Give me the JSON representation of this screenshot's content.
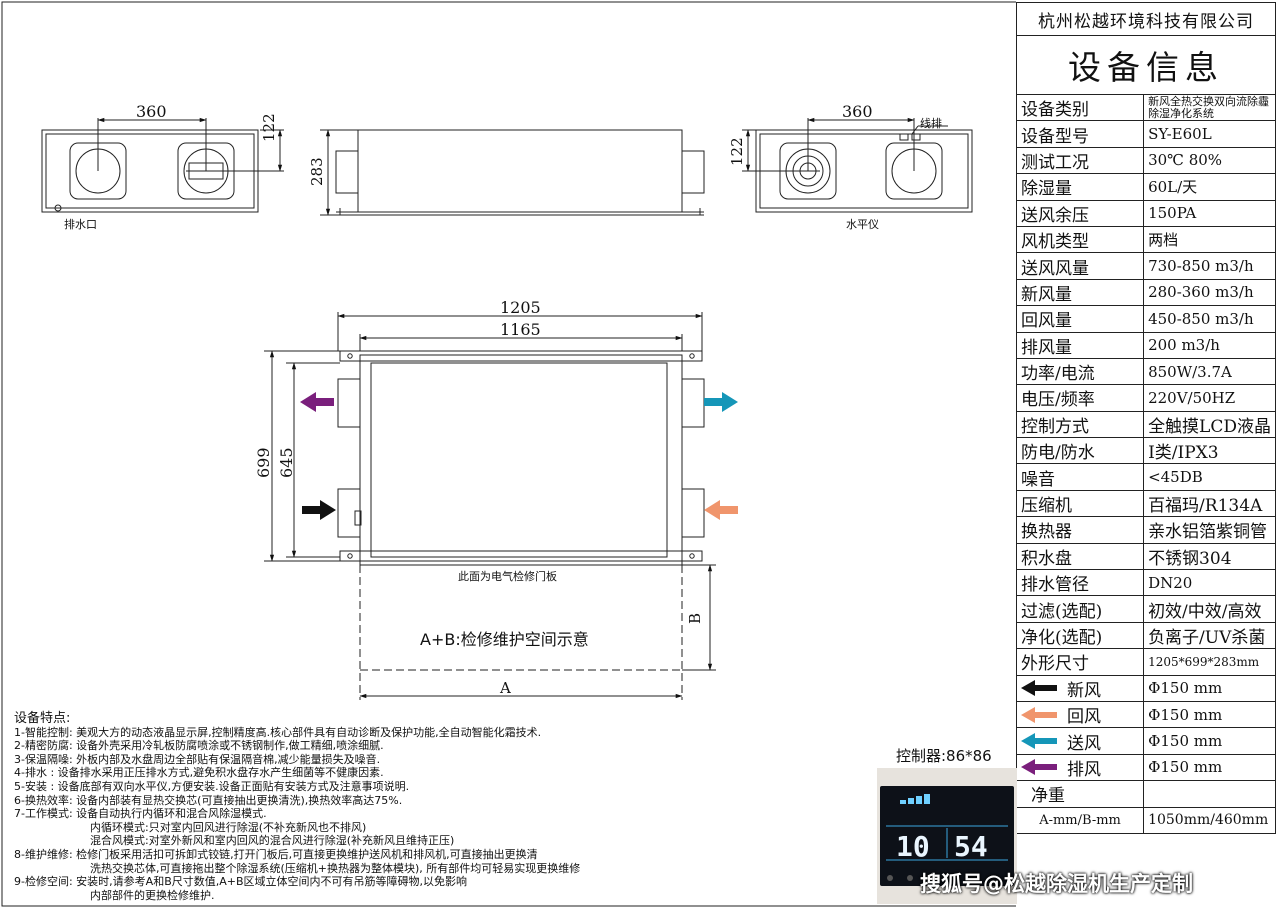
{
  "company": "杭州松越环境科技有限公司",
  "title": "设备信息",
  "specs": [
    {
      "key": "设备类别",
      "value": "新风全热交换双向流除霾除湿净化系统"
    },
    {
      "key": "设备型号",
      "value": "SY-E60L"
    },
    {
      "key": "测试工况",
      "value": "30℃ 80%"
    },
    {
      "key": "除湿量",
      "value": "60L/天"
    },
    {
      "key": "送风余压",
      "value": "150PA"
    },
    {
      "key": "风机类型",
      "value": "两档"
    },
    {
      "key": "送风风量",
      "value": "730-850 m3/h"
    },
    {
      "key": "新风量",
      "value": "280-360 m3/h"
    },
    {
      "key": "回风量",
      "value": "450-850 m3/h"
    },
    {
      "key": "排风量",
      "value": "200 m3/h"
    },
    {
      "key": "功率/电流",
      "value": "850W/3.7A"
    },
    {
      "key": "电压/频率",
      "value": "220V/50HZ"
    },
    {
      "key": "控制方式",
      "value": "全触摸LCD液晶"
    },
    {
      "key": "防电/防水",
      "value": "I类/IPX3"
    },
    {
      "key": "噪音",
      "value": "<45DB"
    },
    {
      "key": "压缩机",
      "value": "百福玛/R134A"
    },
    {
      "key": "换热器",
      "value": "亲水铝箔紫铜管"
    },
    {
      "key": "积水盘",
      "value": "不锈钢304"
    },
    {
      "key": "排水管径",
      "value": "DN20"
    },
    {
      "key": "过滤(选配)",
      "value": "初效/中效/高效"
    },
    {
      "key": "净化(选配)",
      "value": "负离子/UV杀菌"
    },
    {
      "key": "外形尺寸",
      "value": "1205*699*283mm"
    }
  ],
  "airflows": [
    {
      "key": "新风",
      "value": "Φ150 mm",
      "color": "#111111"
    },
    {
      "key": "回风",
      "value": "Φ150 mm",
      "color": "#f0956c"
    },
    {
      "key": "送风",
      "value": "Φ150 mm",
      "color": "#1596b8"
    },
    {
      "key": "排风",
      "value": "Φ150 mm",
      "color": "#7a1f7c"
    }
  ],
  "net_weight": {
    "key": "净重",
    "value": ""
  },
  "ab": {
    "key": "A-mm/B-mm",
    "value": "1050mm/460mm"
  },
  "drawing": {
    "dim_360_left": "360",
    "dim_122_left": "122",
    "label_drain": "排水口",
    "dim_283": "283",
    "dim_360_right": "360",
    "dim_122_right": "122",
    "label_cable": "线排",
    "label_level": "水平仪",
    "dim_1205": "1205",
    "dim_1165": "1165",
    "dim_699": "699",
    "dim_645": "645",
    "label_panel": "此面为电气检修门板",
    "label_service": "A+B:检修维护空间示意",
    "dim_A": "A",
    "dim_B": "B"
  },
  "features_title": "设备特点:",
  "features": [
    "1-智能控制:  美观大方的动态液晶显示屏,控制精度高.核心部件具有自动诊断及保护功能,全自动智能化霜技术.",
    "2-精密防腐:  设备外壳采用冷轧板防腐喷涂或不锈钢制作,做工精细,喷涂细腻.",
    "3-保温隔噪:  外板内部及水盘周边全部贴有保温隔音棉,减少能量损失及噪音.",
    "4-排水     :  设备排水采用正压排水方式,避免积水盘存水产生细菌等不健康因素.",
    "5-安装     :  设备底部有双向水平仪,方便安装.设备正面贴有安装方式及注意事项说明.",
    "6-换热效率:  设备内部装有显热交换芯(可直接抽出更换清洗),换热效率高达75%.",
    "7-工作模式:  设备自动执行内循环和混合风除湿模式.",
    "内循环模式:只对室内回风进行除湿(不补充新风也不排风)",
    "混合风模式:对室外新风和室内回风的混合风进行除湿(补充新风且维持正压)",
    "8-维护维修:  检修门板采用活扣可拆卸式铰链,打开门板后,可直接更换维护送风机和排风机,可直接抽出更换清",
    "洗热交换芯体,可直接拖出整个除湿系统(压缩机+换热器为整体模块),  所有部件均可轻易实现更换维修",
    "9-检修空间:  安装时,请参考A和B尺寸数值,A+B区域立体空间内不可有吊筋等障碍物,以免影响",
    "内部部件的更换检修维护."
  ],
  "controller_label": "控制器:86*86",
  "controller_display": {
    "left": "10",
    "right": "54"
  },
  "watermark": "搜狐号@松越除湿机生产定制"
}
